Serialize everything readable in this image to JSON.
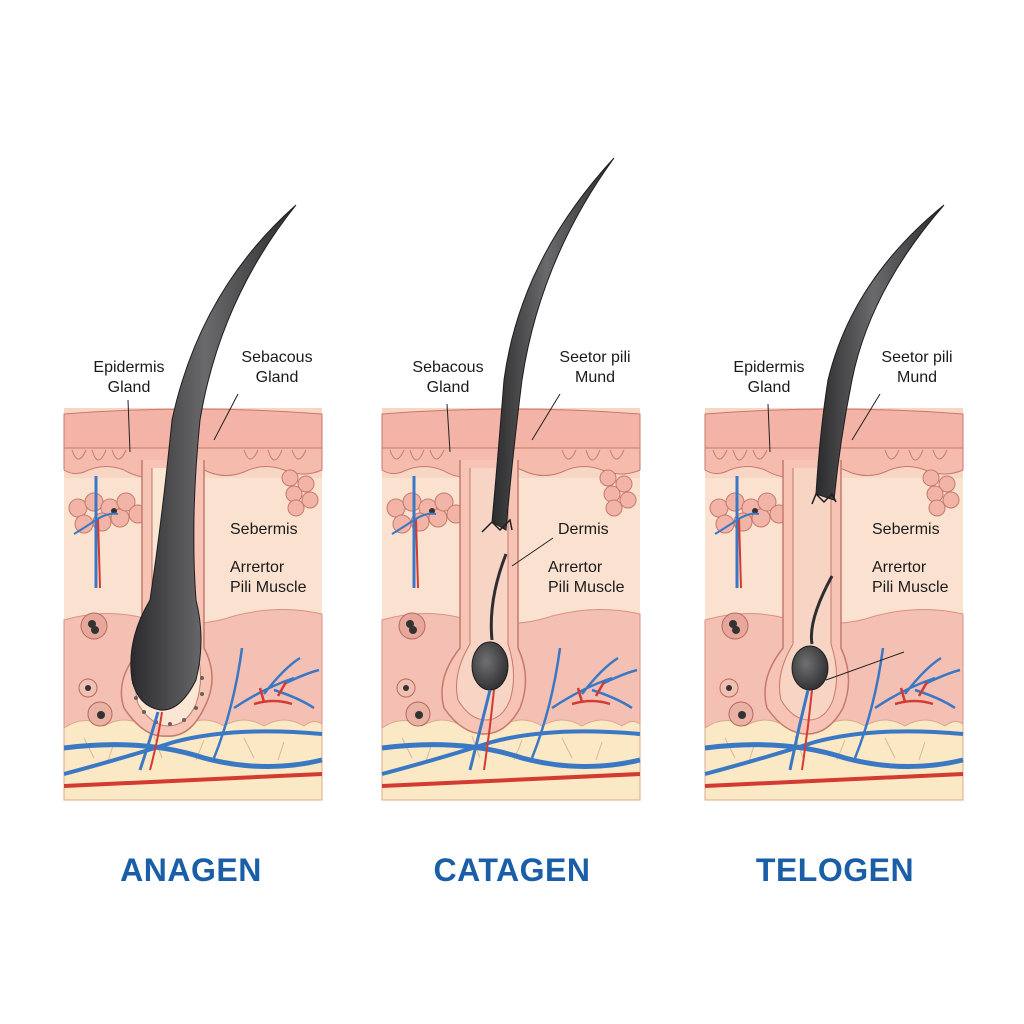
{
  "figure": {
    "title": "Hair growth cycle phases",
    "colors": {
      "skin_outer": "#f3b7ac",
      "skin_fill": "#f9dfcf",
      "dermis": "#f5c4b8",
      "fat": "#fbe9c6",
      "hair": "#3d3d3f",
      "vein": "#3a78c4",
      "artery": "#d23a32",
      "phase_label": "#1a5ea8"
    }
  },
  "panels": [
    {
      "phase": "ANAGEN",
      "top_left_label": "Epidermis\nGland",
      "top_right_label": "Sebacous\nGland",
      "inner_label_1": "Sebermis",
      "inner_label_2": "Arrertor\nPili Muscle"
    },
    {
      "phase": "CATAGEN",
      "top_left_label": "Sebacous\nGland",
      "top_right_label": "Seetor pili\nMund",
      "inner_label_1": "Dermis",
      "inner_label_2": "Arrertor\nPili Muscle"
    },
    {
      "phase": "TELOGEN",
      "top_left_label": "Epidermis\nGland",
      "top_right_label": "Seetor pili\nMund",
      "inner_label_1": "Sebermis",
      "inner_label_2": "Arrertor\nPili Muscle"
    }
  ]
}
